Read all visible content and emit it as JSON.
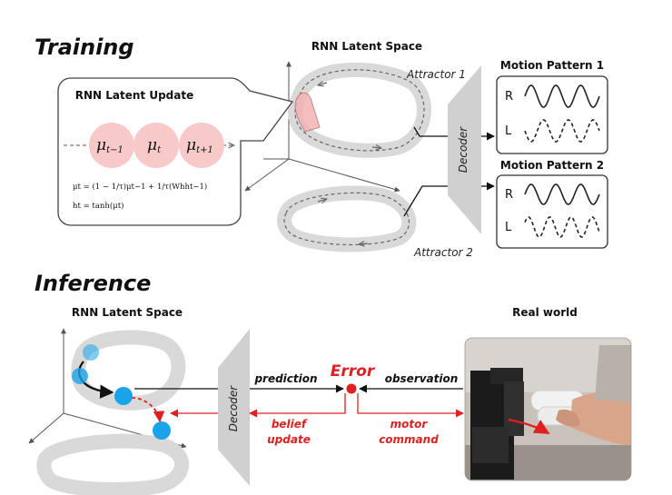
{
  "training": {
    "title": "Training",
    "latent_space_label": "RNN Latent Space",
    "update_box_title": "RNN Latent Update",
    "nodes": [
      "μ",
      "μ",
      "μ"
    ],
    "node_subscripts": [
      "t−1",
      "t",
      "t+1"
    ],
    "equation_1": "μt = (1 − 1/τ)μt−1 + 1/τ(Whht−1)",
    "equation_2": "ht = tanh(μt)",
    "attractor_1": "Attractor 1",
    "attractor_2": "Attractor 2",
    "decoder": "Decoder",
    "pattern_1_title": "Motion Pattern 1",
    "pattern_2_title": "Motion Pattern 2",
    "right_label": "R",
    "left_label": "L"
  },
  "inference": {
    "title": "Inference",
    "latent_space_label": "RNN Latent Space",
    "real_world_label": "Real world",
    "decoder": "Decoder",
    "prediction": "prediction",
    "observation": "observation",
    "error": "Error",
    "belief_update_1": "belief",
    "belief_update_2": "update",
    "motor_command_1": "motor",
    "motor_command_2": "command"
  },
  "colors": {
    "node_fill": "#f7c9c9",
    "attractor_band": "#d9d9d9",
    "dot_blue": "#1aa3e8",
    "error_red": "#e02020"
  }
}
